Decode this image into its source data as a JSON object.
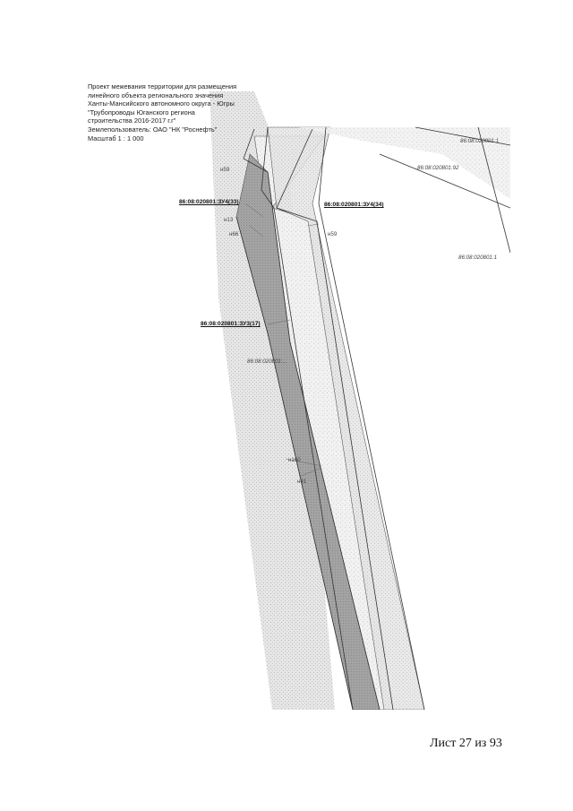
{
  "header": {
    "line1": "Проект межевания территории для размещения",
    "line2": "линейного объекта регионального значения",
    "line3": "Ханты-Мансийского автономного округа - Югры",
    "line4": "\"Трубопроводы Юганского региона",
    "line5": "строительства 2016-2017 г.г\"",
    "line6": "Землепользователь: ОАО \"НК \"Роснефть\"",
    "line7": "Масштаб 1 : 1 000"
  },
  "labels": {
    "parcel_33": "86:08:020801:ЗУ4(33)",
    "parcel_34": "86:08:020801:ЗУ4(34)",
    "parcel_17": "86:08:020801:ЗУ3(17)",
    "cad_top_right": "86:08:020801:1",
    "cad_right_2": "86:08:020801:92",
    "cad_right_3": "86:08:020801:1",
    "cad_mid": "86:08:020801:...",
    "pt_n59_top": "н59",
    "pt_n13": "н13",
    "pt_n66": "н66",
    "pt_n59": "н59",
    "pt_n160": "н160",
    "pt_n41": "н41"
  },
  "colors": {
    "dark_band": "#9a9a9a",
    "light_band": "#e2e2e2",
    "corridor": "#f2f2f2",
    "lines": "#333333"
  },
  "footer": {
    "page_label": "Лист 27 из 93"
  }
}
